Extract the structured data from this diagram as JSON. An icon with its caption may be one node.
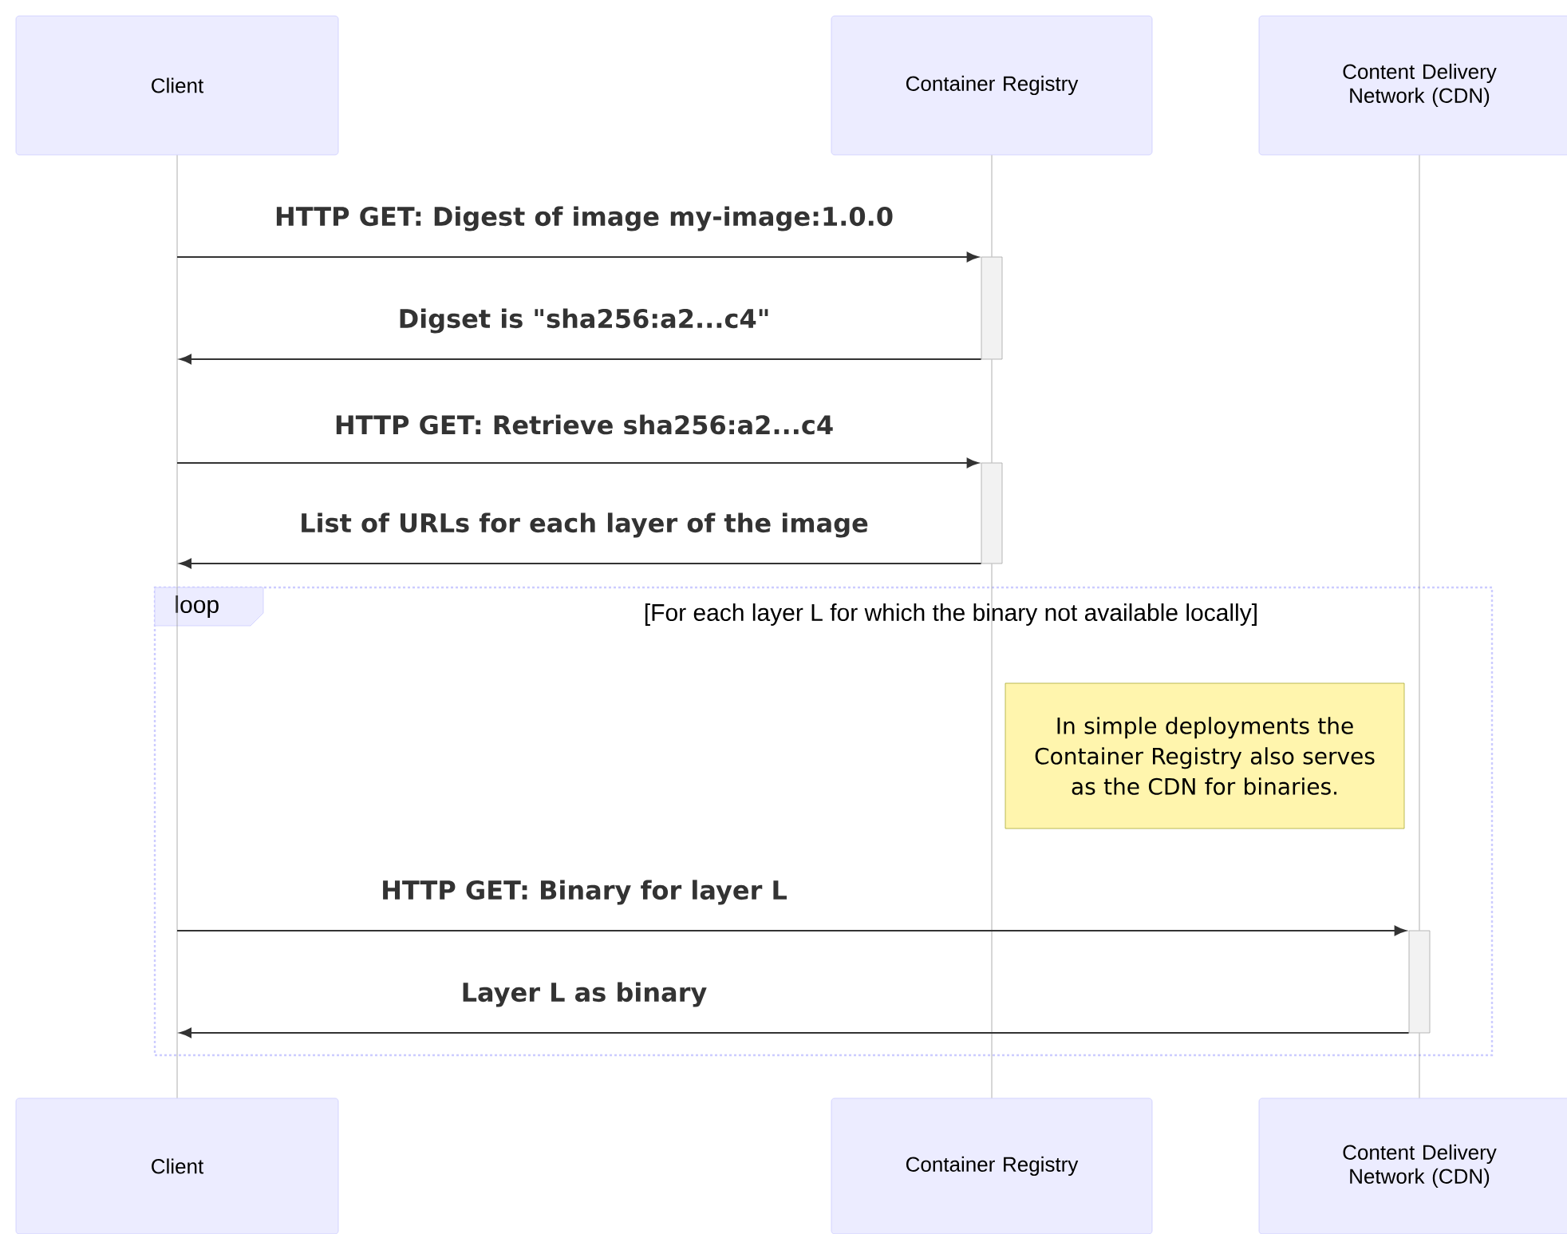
{
  "diagram": {
    "nodes": [
      {
        "text": [
          "Client"
        ]
      },
      {
        "text": [
          "Container Registry"
        ]
      },
      {
        "text": [
          "Content Delivery Network (CDN)"
        ]
      },
      {
        "text": [
          "Client"
        ]
      },
      {
        "text": [
          "Container Registry"
        ]
      },
      {
        "text": [
          "Content Delivery Network (CDN)"
        ]
      },
      {
        "text": [
          "loop",
          "[For each layer L for which the binary not available locally]"
        ]
      },
      {
        "text": [
          "In simple deployments the Container Registry also serves as the CDN for binaries."
        ],
        "in": 6
      },
      {
        "text": [],
        "shape": "bar"
      },
      {
        "text": [],
        "shape": "bar"
      },
      {
        "text": [],
        "shape": "bar",
        "in": 6
      }
    ],
    "edges": [
      {
        "from": 0,
        "to": 3,
        "arrow": "none",
        "color": "#999999"
      },
      {
        "from": 1,
        "to": 8,
        "arrow": "none",
        "color": "#999999"
      },
      {
        "from": 8,
        "to": 9,
        "arrow": "none",
        "color": "#999999"
      },
      {
        "from": 9,
        "to": 4,
        "arrow": "none",
        "color": "#999999"
      },
      {
        "from": 2,
        "to": 10,
        "arrow": "none",
        "color": "#999999"
      },
      {
        "from": 10,
        "to": 5,
        "arrow": "none",
        "color": "#999999"
      },
      {
        "from": null,
        "to": 8,
        "arrow": "to",
        "label": "HTTP GET: Digest of image my-image:1.0.0",
        "color": "#333333"
      },
      {
        "from": 8,
        "to": null,
        "arrow": "to",
        "label": "Digset is \"sha256:a2...c4\"",
        "color": "#333333"
      },
      {
        "from": null,
        "to": 9,
        "arrow": "to",
        "label": "HTTP GET: Retrieve sha256:a2...c4",
        "color": "#333333"
      },
      {
        "from": 9,
        "to": null,
        "arrow": "to",
        "label": "List of URLs for each layer of the image",
        "color": "#333333"
      },
      {
        "from": null,
        "to": 10,
        "arrow": "to",
        "label": "HTTP GET: Binary for layer L",
        "color": "#333333"
      },
      {
        "from": 10,
        "to": null,
        "arrow": "to",
        "label": "Layer L as binary",
        "color": "#333333"
      }
    ]
  }
}
